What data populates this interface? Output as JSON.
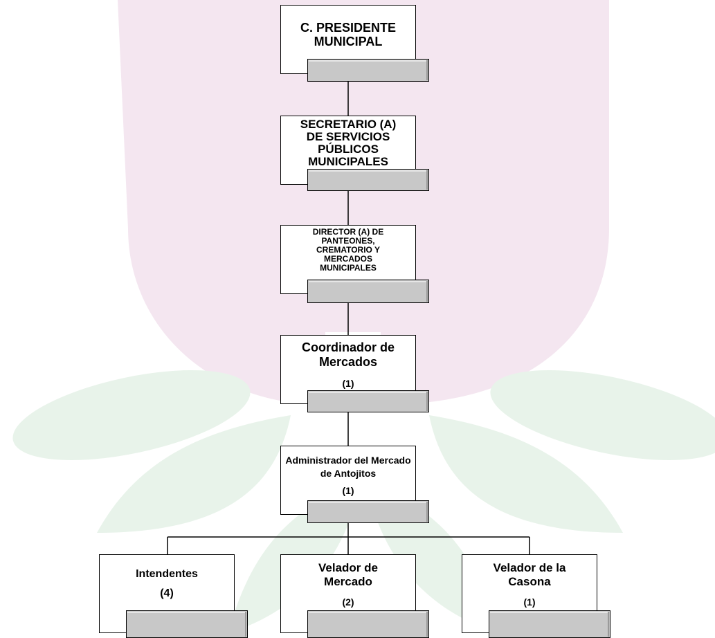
{
  "colors": {
    "background_logo_pink": "#f4e6f0",
    "background_logo_green": "#e8f3ea",
    "box_border": "#000000",
    "bar_fill": "#c8c8c8"
  },
  "nodes": {
    "president": {
      "title": "C. PRESIDENTE MUNICIPAL",
      "count": ""
    },
    "secretary": {
      "title": "SECRETARIO (A) DE SERVICIOS PÚBLICOS MUNICIPALES",
      "count": ""
    },
    "director": {
      "title": "DIRECTOR (A) DE PANTEONES, CREMATORIO Y MERCADOS MUNICIPALES",
      "count": ""
    },
    "coordinator": {
      "title": "Coordinador de Mercados",
      "count": "(1)"
    },
    "administrator": {
      "title": "Administrador del Mercado de Antojitos",
      "count": "(1)"
    },
    "janitors": {
      "title": "Intendentes",
      "count": "(4)"
    },
    "market_watchman": {
      "title": "Velador de Mercado",
      "count": "(2)"
    },
    "casona_watchman": {
      "title": "Velador de la Casona",
      "count": "(1)"
    }
  }
}
